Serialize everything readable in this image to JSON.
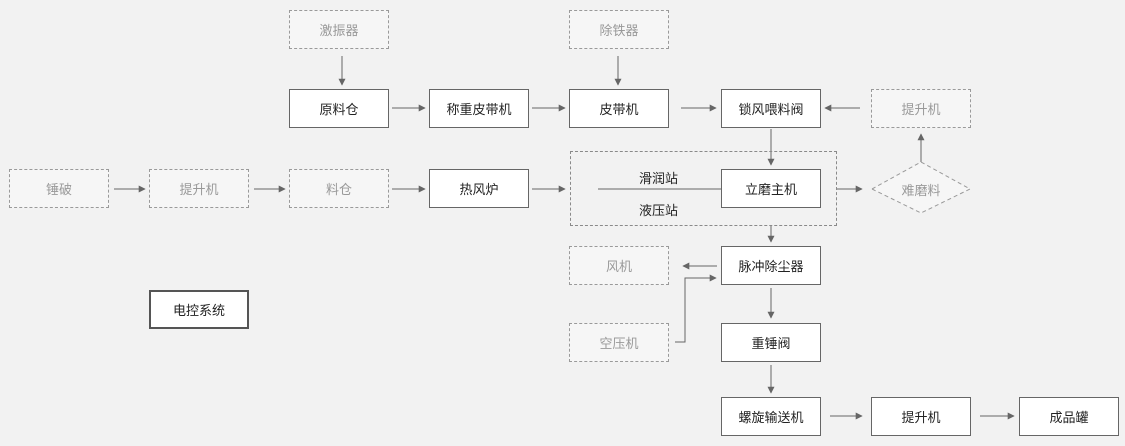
{
  "nodes": {
    "vibrator": "激振器",
    "iron_remover": "除铁器",
    "raw_bin": "原料仓",
    "weigh_belt": "称重皮带机",
    "belt": "皮带机",
    "airlock_valve": "锁风喂料阀",
    "elevator_top": "提升机",
    "hammer_crush": "锤破",
    "elevator_left": "提升机",
    "material_bin": "料仓",
    "hot_air_furnace": "热风炉",
    "lube_station": "滑润站",
    "hydraulic_station": "液压站",
    "vertical_mill": "立磨主机",
    "hard_material": "难磨料",
    "fan": "风机",
    "pulse_collector": "脉冲除尘器",
    "electric_control": "电控系统",
    "air_compressor": "空压机",
    "heavy_hammer_valve": "重锤阀",
    "screw_conveyor": "螺旋输送机",
    "elevator_bottom": "提升机",
    "product_tank": "成品罐"
  }
}
